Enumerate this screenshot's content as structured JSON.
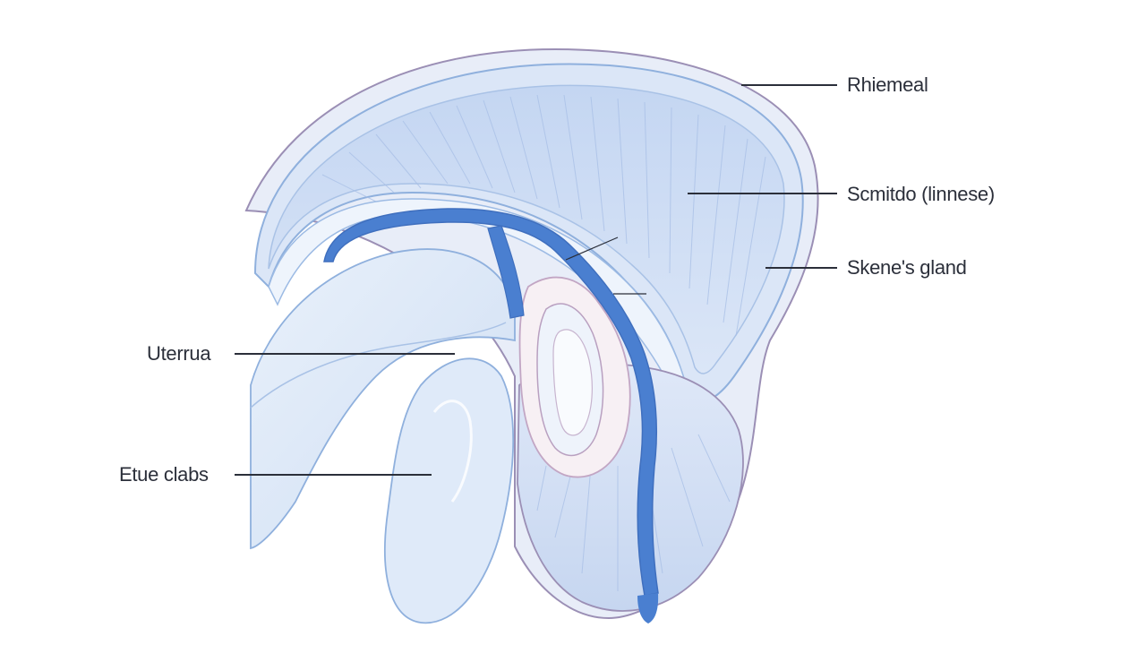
{
  "labels": {
    "top_right": "Rhiemeal",
    "mid_right": "Scmitdo (linnese)",
    "lower_right": "Skene's gland",
    "left_upper": "Uterrua",
    "left_lower": "Etue clabs"
  },
  "colors": {
    "outline": "#9b8fb5",
    "tissue_fill": "#cddcf3",
    "tissue_light": "#e6eefa",
    "vessel": "#4a7fd0",
    "leader_line": "#2b2f3a",
    "background": "#ffffff"
  }
}
